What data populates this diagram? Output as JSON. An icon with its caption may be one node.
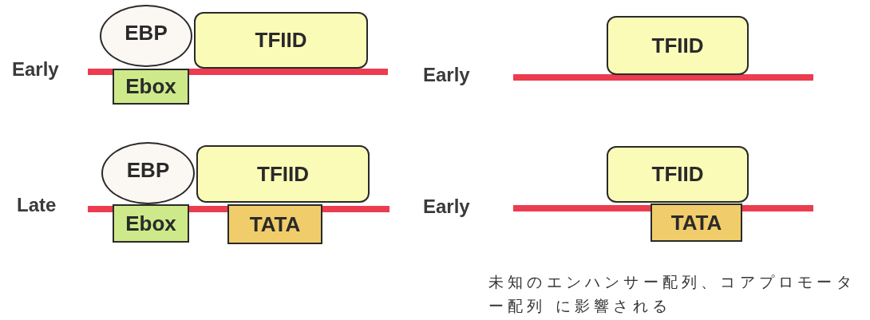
{
  "diagram": {
    "nodes": [
      {
        "text": [
          "EBP"
        ]
      },
      {
        "text": [
          "TFIID"
        ]
      },
      {
        "text": [
          "Ebox"
        ]
      },
      {
        "text": [
          "TFIID"
        ]
      },
      {
        "text": [
          "EBP"
        ]
      },
      {
        "text": [
          "TFIID"
        ]
      },
      {
        "text": [
          "Ebox"
        ]
      },
      {
        "text": [
          "TATA"
        ]
      },
      {
        "text": [
          "TFIID"
        ]
      },
      {
        "text": [
          "TATA"
        ]
      }
    ],
    "labels": [
      "Early",
      "Early",
      "Late",
      "Early",
      "未知のエンハンサー配列、コアプロモーター配列 に影響される"
    ]
  }
}
